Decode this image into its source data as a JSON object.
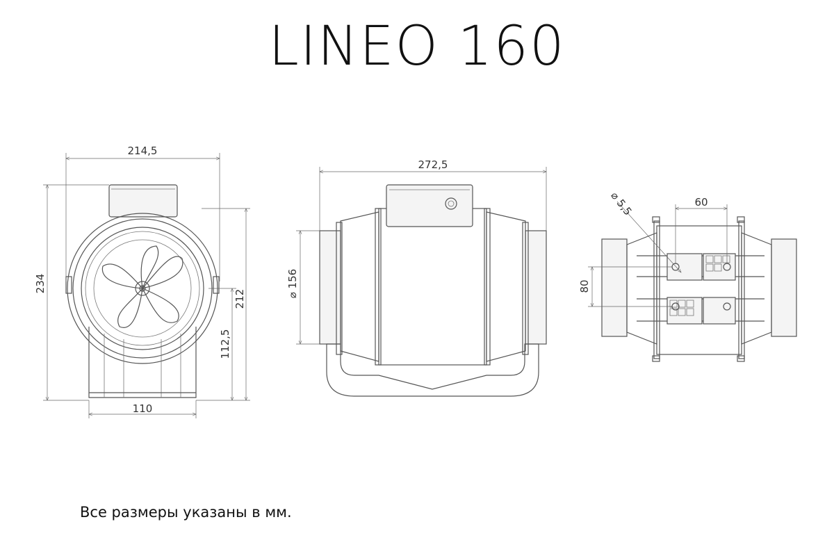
{
  "title": "LINEO 160",
  "footnote": "Все размеры указаны в мм.",
  "front_view": {
    "width": "214,5",
    "height": "234",
    "axis_height": "212",
    "center_height": "112,5",
    "base_width": "110"
  },
  "side_view": {
    "length": "272,5",
    "diameter": "⌀ 156"
  },
  "bottom_view": {
    "hole_diameter": "⌀ 5,5",
    "hole_spacing_x": "60",
    "hole_spacing_y": "80"
  }
}
